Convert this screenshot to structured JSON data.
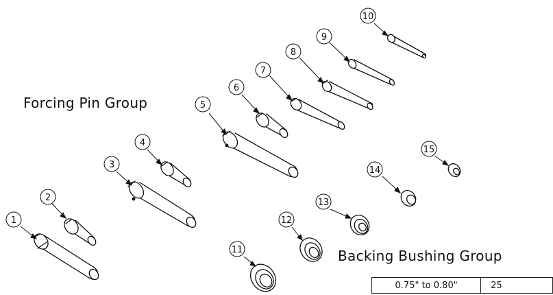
{
  "titles": {
    "forcing_pin_group": "Forcing Pin Group",
    "backing_bushing_group": "Backing Bushing Group"
  },
  "callouts": [
    "1",
    "2",
    "3",
    "4",
    "5",
    "6",
    "7",
    "8",
    "9",
    "10",
    "11",
    "12",
    "13",
    "14",
    "15"
  ],
  "table": {
    "row1": {
      "range": "0.75\" to 0.80\"",
      "value": "25"
    }
  }
}
